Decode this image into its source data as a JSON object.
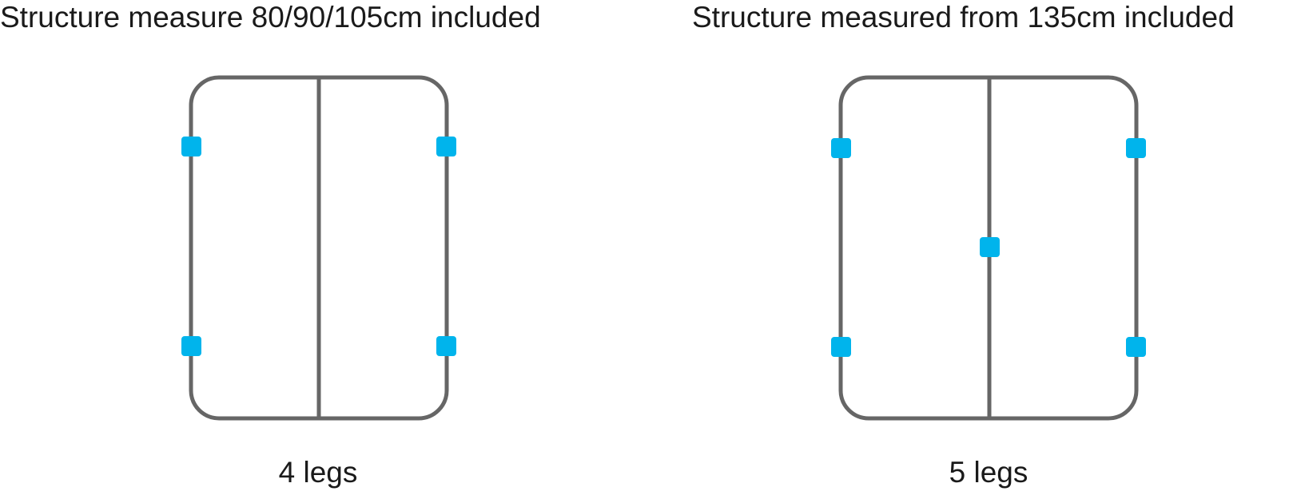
{
  "colors": {
    "frame": "#666666",
    "leg": "#00b4ec",
    "text": "#1a1a1a",
    "background": "#ffffff"
  },
  "panels": [
    {
      "title": "Structure measure 80/90/105cm included",
      "caption": "4 legs",
      "leg_count": 4,
      "center_leg": false
    },
    {
      "title": "Structure measured from 135cm included",
      "caption": "5 legs",
      "leg_count": 5,
      "center_leg": true
    }
  ]
}
